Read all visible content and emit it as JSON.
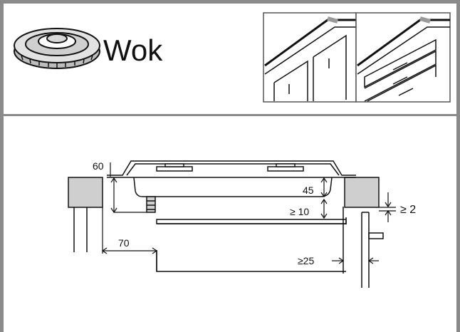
{
  "title": "Wok",
  "icons": {
    "burner": "wok-burner-icon",
    "cabinet_doors": "cabinet-doors-icon",
    "cabinet_drawers": "cabinet-drawers-icon"
  },
  "dimensions": {
    "d60": "60",
    "d45": "45",
    "d10": "≥ 10",
    "d2": "≥ 2",
    "d70": "70",
    "d25": "≥25"
  },
  "colors": {
    "frame": "#8a8a8a",
    "cabinet_gray": "#cfcfcf",
    "line": "#111111"
  }
}
